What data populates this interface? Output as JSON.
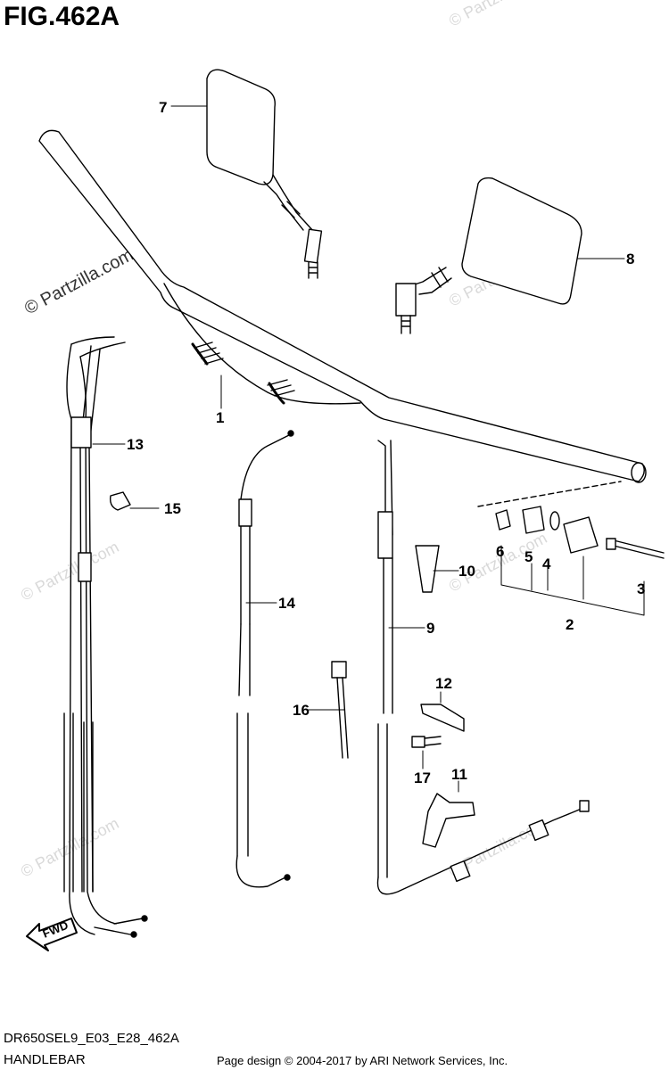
{
  "figure": {
    "title": "FIG.462A",
    "code": "DR650SEL9_E03_E28_462A",
    "name": "HANDLEBAR",
    "credit": "Page design © 2004-2017 by ARI Network Services, Inc.",
    "fwd_label": "FWD"
  },
  "watermark": {
    "text": "© Partzilla.com"
  },
  "callouts": {
    "c1": "1",
    "c2": "2",
    "c3": "3",
    "c4": "4",
    "c5": "5",
    "c6": "6",
    "c7": "7",
    "c8": "8",
    "c9": "9",
    "c10": "10",
    "c11": "11",
    "c12": "12",
    "c13": "13",
    "c14": "14",
    "c15": "15",
    "c16": "16",
    "c17": "17"
  }
}
